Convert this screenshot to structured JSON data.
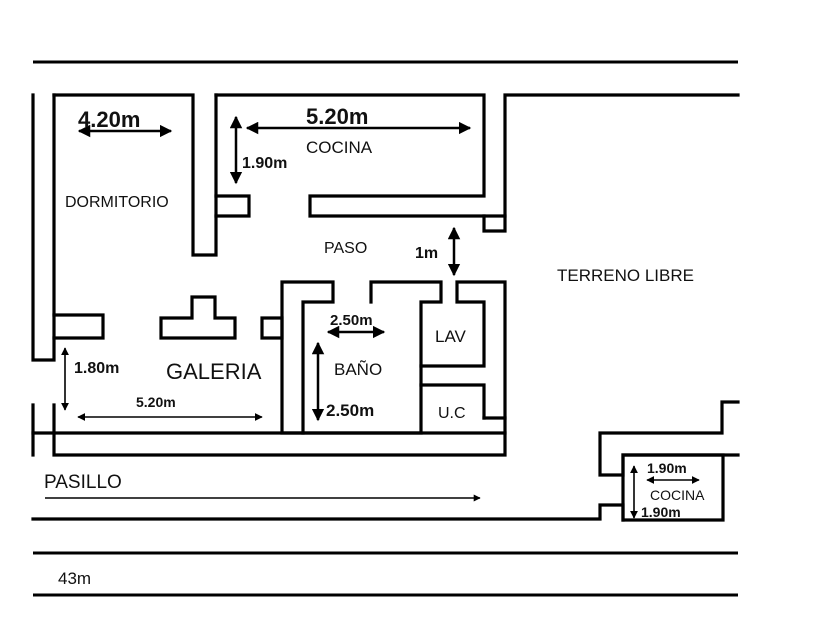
{
  "colors": {
    "background": "#ffffff",
    "ink": "#000000"
  },
  "rooms": {
    "dormitorio": "DORMITORIO",
    "cocina_main": "COCINA",
    "paso": "PASO",
    "terreno_libre": "TERRENO LIBRE",
    "lav": "LAV",
    "galeria": "GALERIA",
    "bano": "BAÑO",
    "uc": "U.C",
    "pasillo": "PASILLO",
    "cocina_small": "COCINA"
  },
  "dimensions": {
    "dormitorio_width": "4.20m",
    "cocina_width": "5.20m",
    "cocina_depth": "1.90m",
    "paso_width": "1m",
    "galeria_depth": "1.80m",
    "galeria_width": "5.20m",
    "bano_width": "2.50m",
    "bano_depth": "2.50m",
    "cocina_small_width": "1.90m",
    "cocina_small_depth": "1.90m",
    "total_length": "43m"
  }
}
